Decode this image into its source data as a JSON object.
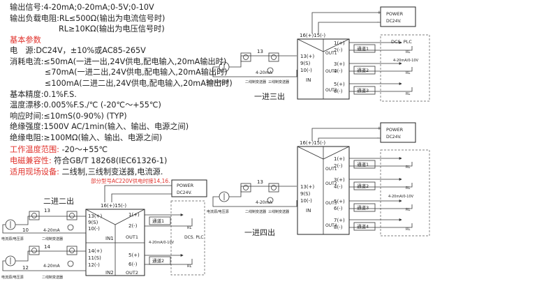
{
  "specs": {
    "output_signal": "输出信号:4-20mA;0-20mA;0-5V;0-10V",
    "load_line1": "输出负载电阻:RL≤500Ω(输出为电流信号时)",
    "load_line2": "RL≥10KΩ(输出为电压信号时)",
    "basic_params_heading": "基本参数",
    "power": "电　源:DC24V，±10%或AC85-265V",
    "consumption1": "消耗电流:≤50mA(一进一出,24V供电,配电输入,20mA输出时)",
    "consumption2": "≤70mA(一进二出,24V供电,配电输入,20mA输出时)",
    "consumption3": "≤100mA(二进二出,24V供电,配电输入,20mA输出时)",
    "accuracy": "基本精度:0.1%F.S.",
    "temp_drift": "温度漂移:0.005%F.S./℃ (-20℃～+55℃)",
    "response_time": "响应时间:≤10mS(0-90%) (TYP)",
    "insulation_strength": "绝缘强度:1500V AC/1min(输入、输出、电源之间)",
    "insulation_resistance": "绝缘电阻:≥100MΩ(输入、输出、电源之间)",
    "work_temp_label": "工作温度范围:",
    "work_temp_value": " -20～+55℃",
    "emc_label": "电磁兼容性:",
    "emc_value": " 符合GB/T 18268(IEC61326-1)",
    "site_label": "适用现场设备:",
    "site_value": " 二线制,三线制变送器,电流源."
  },
  "labels": {
    "note_red": "部分型号AC220V供电时接14,16.",
    "two_in_two_out": "二进二出",
    "one_in_three_out": "一进三出",
    "one_in_four_out": "一进四出",
    "power": "POWER",
    "dc24v": "DC24V.",
    "dcs_plc": "DCS. PLC",
    "dcs_plc_2": "DCS. PLC",
    "power_plus": "+",
    "power_minus": "-",
    "terminal_power": "16(+)15(-)",
    "in": "IN",
    "in1": "IN1",
    "in2": "IN2",
    "current_range": "4-20mA",
    "output_range": "4-20mA/0-10V",
    "source_caption": "电流源/电压源",
    "transmitter_caption": "二线制变送器",
    "transmitter_caption_3wire": "三线制变送器",
    "rl": "RL",
    "num_13": "13",
    "num_14": "14",
    "num_10": "10",
    "num_12": "12",
    "t_13p": "13(+)",
    "t_9s": "9(S)",
    "t_10m": "10(-)",
    "t_14p": "14(+)",
    "t_11s": "11(S)",
    "t_12m": "12(-)",
    "t_1p": "1(+)",
    "t_2m": "2(-)",
    "t_3p": "3(+)",
    "t_4m": "4(-)",
    "t_5p": "5(+)",
    "t_6m": "6(-)",
    "t_7p": "7(+)",
    "t_8m": "8(-)",
    "out1": "OUT1",
    "out2": "OUT2",
    "out3": "OUT3",
    "out4": "OUT4",
    "ch1": "通道1",
    "ch2": "通道2",
    "ch3": "通道3",
    "ch4": "通道4"
  }
}
